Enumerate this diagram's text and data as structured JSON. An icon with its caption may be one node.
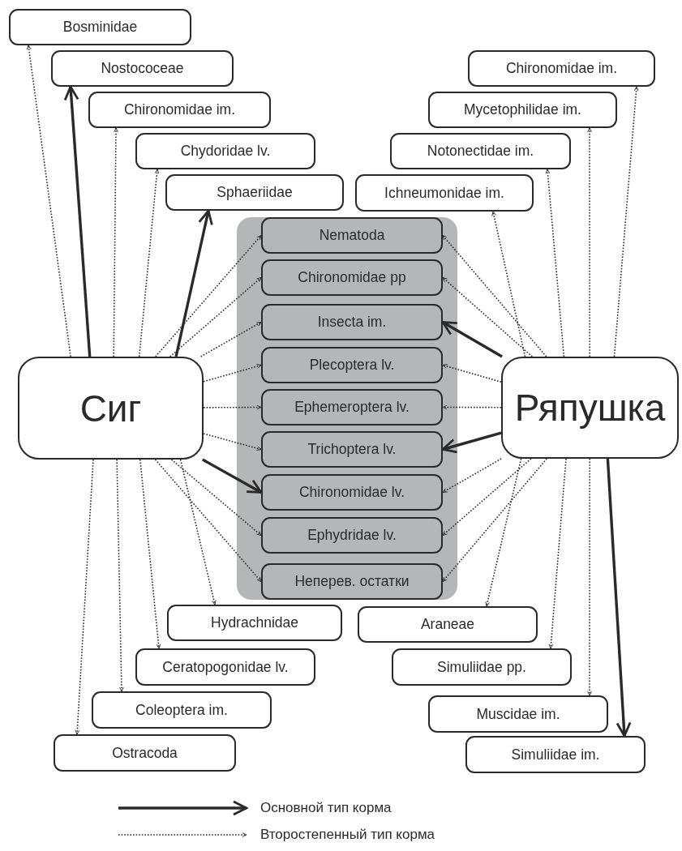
{
  "diagram": {
    "nodes": [
      {
        "text": [
          "Bosminidae"
        ]
      },
      {
        "text": [
          "Nostococeae"
        ]
      },
      {
        "text": [
          "Chironomidae im."
        ]
      },
      {
        "text": [
          "Chydoridae lv."
        ]
      },
      {
        "text": [
          "Sphaeriidae"
        ]
      },
      {
        "text": [
          "Chironomidae im."
        ]
      },
      {
        "text": [
          "Mycetophilidae im."
        ]
      },
      {
        "text": [
          "Notonectidae im."
        ]
      },
      {
        "text": [
          "Ichneumonidae im."
        ]
      },
      {
        "text": [],
        "shape": "box"
      },
      {
        "text": [
          "Nematoda"
        ],
        "in": 9
      },
      {
        "text": [
          "Chironomidae pp"
        ],
        "in": 9
      },
      {
        "text": [
          "Insecta im."
        ],
        "in": 9
      },
      {
        "text": [
          "Plecoptera lv."
        ],
        "in": 9
      },
      {
        "text": [
          "Ephemeroptera lv."
        ],
        "in": 9
      },
      {
        "text": [
          "Trichoptera lv."
        ],
        "in": 9
      },
      {
        "text": [
          "Chironomidae lv."
        ],
        "in": 9
      },
      {
        "text": [
          "Ephydridae lv."
        ],
        "in": 9
      },
      {
        "text": [
          "Неперев. остатки"
        ],
        "in": 9
      },
      {
        "text": [
          "Сиг"
        ]
      },
      {
        "text": [
          "Ряпушка"
        ]
      },
      {
        "text": [
          "Hydrachnidae"
        ]
      },
      {
        "text": [
          "Araneae"
        ]
      },
      {
        "text": [
          "Ceratopogonidae lv."
        ]
      },
      {
        "text": [
          "Simuliidae pp."
        ]
      },
      {
        "text": [
          "Coleoptera im."
        ]
      },
      {
        "text": [
          "Muscidae im."
        ]
      },
      {
        "text": [
          "Ostracoda"
        ]
      },
      {
        "text": [
          "Simuliidae im."
        ]
      }
    ],
    "edges": [
      {
        "from": 19,
        "to": 0,
        "arrow": "to",
        "style": "dashed"
      },
      {
        "from": 19,
        "to": 1,
        "arrow": "to",
        "style": "thick"
      },
      {
        "from": 19,
        "to": 2,
        "arrow": "to",
        "style": "dashed"
      },
      {
        "from": 19,
        "to": 3,
        "arrow": "to",
        "style": "dashed"
      },
      {
        "from": 19,
        "to": 4,
        "arrow": "to",
        "style": "thick"
      },
      {
        "from": 19,
        "to": 10,
        "arrow": "to",
        "style": "dashed"
      },
      {
        "from": 19,
        "to": 11,
        "arrow": "to",
        "style": "dashed"
      },
      {
        "from": 19,
        "to": 12,
        "arrow": "to",
        "style": "dashed"
      },
      {
        "from": 19,
        "to": 13,
        "arrow": "to",
        "style": "dashed"
      },
      {
        "from": 19,
        "to": 14,
        "arrow": "to",
        "style": "dashed"
      },
      {
        "from": 19,
        "to": 15,
        "arrow": "to",
        "style": "dashed"
      },
      {
        "from": 19,
        "to": 16,
        "arrow": "to",
        "style": "thick"
      },
      {
        "from": 19,
        "to": 17,
        "arrow": "to",
        "style": "dashed"
      },
      {
        "from": 19,
        "to": 18,
        "arrow": "to",
        "style": "dashed"
      },
      {
        "from": 19,
        "to": 21,
        "arrow": "to",
        "style": "dashed"
      },
      {
        "from": 19,
        "to": 23,
        "arrow": "to",
        "style": "dashed"
      },
      {
        "from": 19,
        "to": 25,
        "arrow": "to",
        "style": "dashed"
      },
      {
        "from": 19,
        "to": 27,
        "arrow": "to",
        "style": "dashed"
      },
      {
        "from": 20,
        "to": 5,
        "arrow": "to",
        "style": "dashed"
      },
      {
        "from": 20,
        "to": 6,
        "arrow": "to",
        "style": "dashed"
      },
      {
        "from": 20,
        "to": 7,
        "arrow": "to",
        "style": "dashed"
      },
      {
        "from": 20,
        "to": 8,
        "arrow": "to",
        "style": "dashed"
      },
      {
        "from": 20,
        "to": 10,
        "arrow": "to",
        "style": "dashed"
      },
      {
        "from": 20,
        "to": 11,
        "arrow": "to",
        "style": "dashed"
      },
      {
        "from": 20,
        "to": 12,
        "arrow": "to",
        "style": "thick"
      },
      {
        "from": 20,
        "to": 13,
        "arrow": "to",
        "style": "dashed"
      },
      {
        "from": 20,
        "to": 14,
        "arrow": "to",
        "style": "dashed"
      },
      {
        "from": 20,
        "to": 15,
        "arrow": "to",
        "style": "thick"
      },
      {
        "from": 20,
        "to": 16,
        "arrow": "to",
        "style": "dashed"
      },
      {
        "from": 20,
        "to": 17,
        "arrow": "to",
        "style": "dashed"
      },
      {
        "from": 20,
        "to": 18,
        "arrow": "to",
        "style": "dashed"
      },
      {
        "from": 20,
        "to": 22,
        "arrow": "to",
        "style": "dashed"
      },
      {
        "from": 20,
        "to": 24,
        "arrow": "to",
        "style": "dashed"
      },
      {
        "from": 20,
        "to": 26,
        "arrow": "to",
        "style": "dashed"
      },
      {
        "from": 20,
        "to": 28,
        "arrow": "to",
        "style": "thick"
      }
    ],
    "legend": [
      {
        "text": "Основной тип корма"
      },
      {
        "text": "Второстепенный тип корма"
      }
    ]
  }
}
